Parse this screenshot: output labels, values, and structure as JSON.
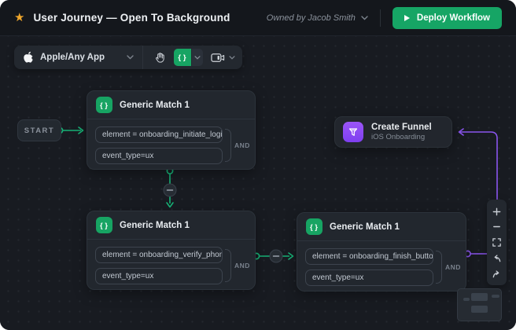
{
  "header": {
    "title": "User Journey — Open To Background",
    "owned_by": "Owned by Jacob Smith",
    "deploy_label": "Deploy Workflow"
  },
  "toolbar": {
    "app_selector": "Apple/Any App",
    "tools": [
      "pan-hand",
      "generic-match-braces",
      "screen-recording-camera"
    ]
  },
  "canvas": {
    "start_label": "START",
    "nodes": [
      {
        "title": "Generic Match 1",
        "operator": "AND",
        "rows": [
          "element = onboarding_initiate_login",
          "event_type=ux"
        ]
      },
      {
        "title": "Generic Match 1",
        "operator": "AND",
        "rows": [
          "element = onboarding_verify_phone",
          "event_type=ux"
        ]
      },
      {
        "title": "Generic Match 1",
        "operator": "AND",
        "rows": [
          "element = onboarding_finish_button",
          "event_type=ux"
        ]
      }
    ],
    "funnel": {
      "title": "Create Funnel",
      "subtitle": "iOS Onboarding"
    },
    "zoom_controls": [
      "zoom-in",
      "zoom-out",
      "fit-view",
      "undo",
      "redo"
    ]
  },
  "colors": {
    "accent_green": "#16a565",
    "edge_green": "#17b377",
    "accent_purple": "#8a55ee",
    "star_yellow": "#f0a72c",
    "canvas_bg": "#181b21",
    "node_bg": "#22272e"
  }
}
